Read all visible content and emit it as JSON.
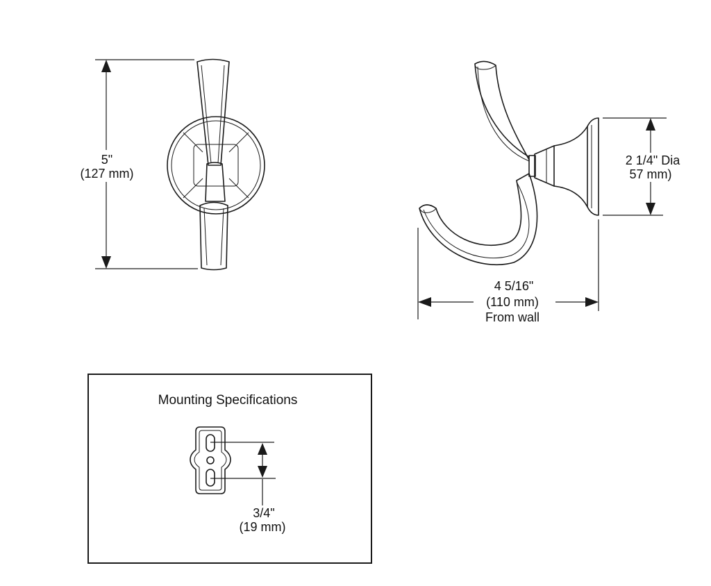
{
  "front_view": {
    "height_in": "5\"",
    "height_mm": "(127 mm)"
  },
  "side_view": {
    "diameter_in": "2 1/4\" Dia",
    "diameter_mm": "57 mm)",
    "projection_in": "4 5/16\"",
    "projection_mm": "(110 mm)",
    "projection_note": "From wall"
  },
  "mounting": {
    "title": "Mounting Specifications",
    "spacing_in": "3/4\"",
    "spacing_mm": "(19 mm)"
  }
}
